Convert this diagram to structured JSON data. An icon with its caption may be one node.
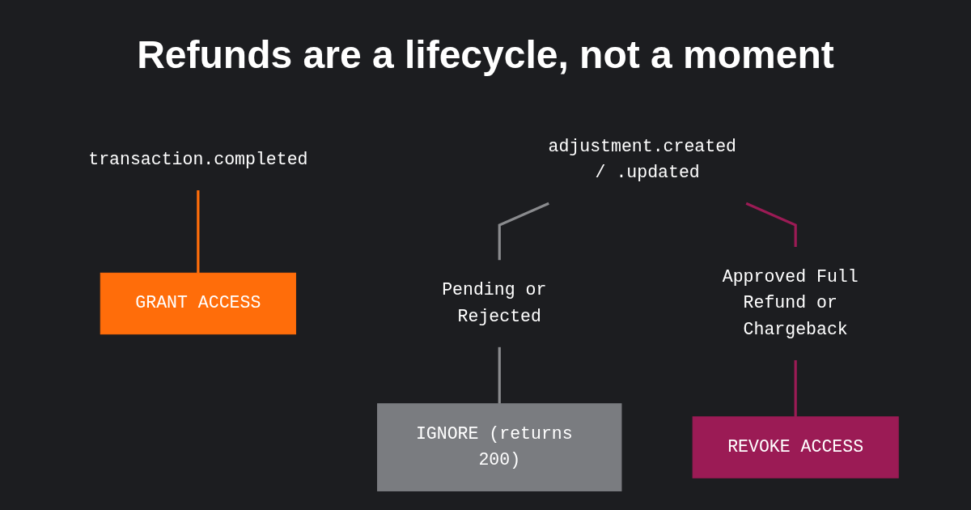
{
  "diagram": {
    "title": "Refunds are a lifecycle, not a moment",
    "nodes": [
      {
        "text": [
          "transaction.completed"
        ]
      },
      {
        "text": [
          "GRANT ACCESS"
        ]
      },
      {
        "text": [
          "adjustment.created / .updated"
        ]
      },
      {
        "text": [
          "Pending or Rejected"
        ]
      },
      {
        "text": [
          "Approved Full Refund or Chargeback"
        ]
      },
      {
        "text": [
          "IGNORE (returns 200)"
        ]
      },
      {
        "text": [
          "REVOKE ACCESS"
        ]
      }
    ],
    "edges": [
      {
        "from": 0,
        "to": 1,
        "arrow": "none",
        "color": "#ff6d0a"
      },
      {
        "from": 2,
        "to": 3,
        "arrow": "none",
        "color": "#8a8b8e"
      },
      {
        "from": 2,
        "to": 4,
        "arrow": "none",
        "color": "#9b1b55"
      },
      {
        "from": 3,
        "to": 5,
        "arrow": "none",
        "color": "#8a8b8e"
      },
      {
        "from": 4,
        "to": 6,
        "arrow": "none",
        "color": "#9b1b55"
      }
    ]
  }
}
